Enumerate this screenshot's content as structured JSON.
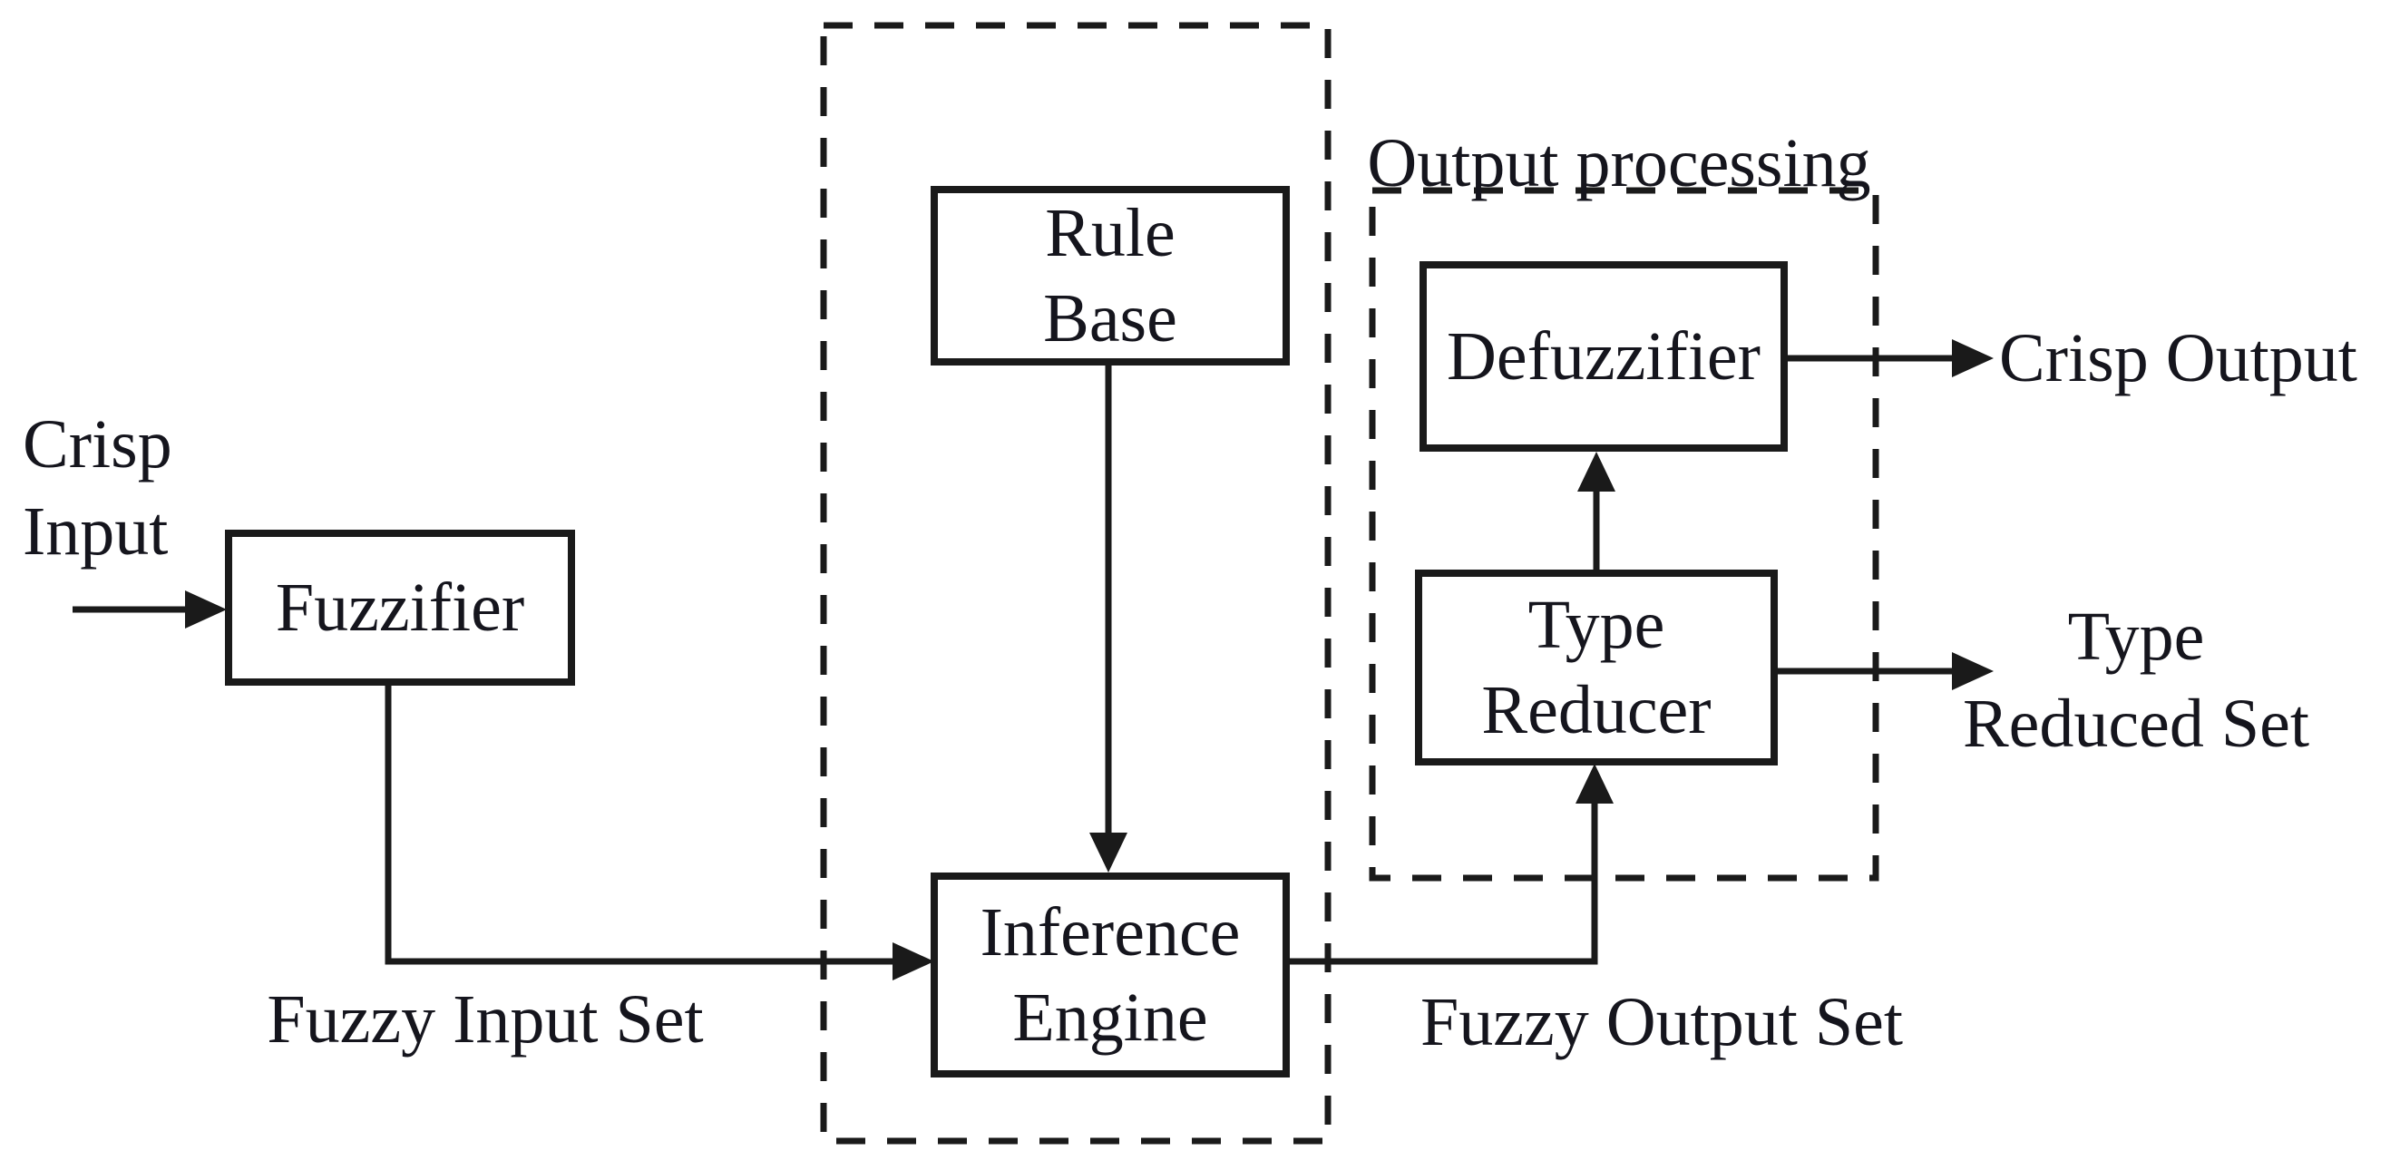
{
  "colors": {
    "background": "#ffffff",
    "ink": "#1a1a1a",
    "text": "#15151d"
  },
  "groups": {
    "output_processing": {
      "label": "Output processing"
    }
  },
  "nodes": {
    "fuzzifier": {
      "label": "Fuzzifier"
    },
    "rule_base": {
      "line1": "Rule",
      "line2": "Base"
    },
    "inference_engine": {
      "line1": "Inference",
      "line2": "Engine"
    },
    "defuzzifier": {
      "label": "Defuzzifier"
    },
    "type_reducer": {
      "line1": "Type",
      "line2": "Reducer"
    }
  },
  "labels": {
    "crisp_input": {
      "line1": "Crisp",
      "line2": "Input"
    },
    "fuzzy_input_set": {
      "text": "Fuzzy Input Set"
    },
    "fuzzy_output_set": {
      "text": "Fuzzy Output Set"
    },
    "crisp_output": {
      "text": "Crisp Output"
    },
    "type_reduced_set": {
      "line1": "Type",
      "line2": "Reduced Set"
    }
  }
}
